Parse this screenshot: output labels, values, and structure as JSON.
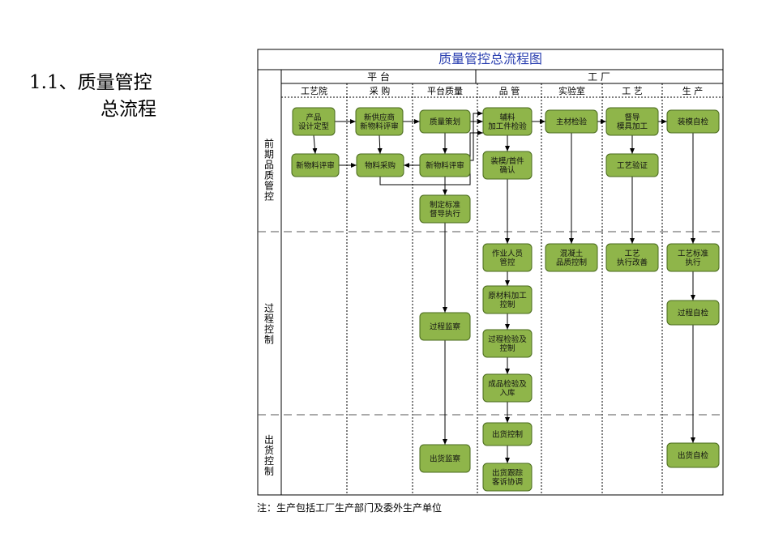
{
  "heading": {
    "line1": "1.1、质量管控",
    "line2": "总流程"
  },
  "chart_title": "质量管控总流程图",
  "groups": {
    "platform": "平  台",
    "factory": "工  厂"
  },
  "columns": [
    "工艺院",
    "采  购",
    "平台质量",
    "品  管",
    "实验室",
    "工  艺",
    "生  产"
  ],
  "phases": [
    "前期品质管控",
    "过程控制",
    "出货控制"
  ],
  "boxes": {
    "b1": [
      "产品",
      "设计定型"
    ],
    "b2": [
      "新物料评审"
    ],
    "b3": [
      "新供应商",
      "新物料评审"
    ],
    "b4": [
      "物料采购"
    ],
    "b5": [
      "质量策划"
    ],
    "b6": [
      "新物料评审"
    ],
    "b7": [
      "制定标准",
      "督导执行"
    ],
    "b8": [
      "过程监察"
    ],
    "b9": [
      "出货监察"
    ],
    "b10": [
      "辅料",
      "加工件检验"
    ],
    "b11": [
      "装模/首件",
      "确认"
    ],
    "b12": [
      "作业人员",
      "管控"
    ],
    "b13": [
      "原材料加工",
      "控制"
    ],
    "b14": [
      "过程检验及",
      "控制"
    ],
    "b15": [
      "成品检验及",
      "入库"
    ],
    "b16": [
      "出货控制"
    ],
    "b17": [
      "出货跟踪",
      "客诉协调"
    ],
    "b18": [
      "主材检验"
    ],
    "b19": [
      "混凝土",
      "品质控制"
    ],
    "b20": [
      "督导",
      "模具加工"
    ],
    "b21": [
      "工艺验证"
    ],
    "b22": [
      "工艺",
      "执行改善"
    ],
    "b23": [
      "装模自检"
    ],
    "b24": [
      "工艺标准",
      "执行"
    ],
    "b25": [
      "过程自检"
    ],
    "b26": [
      "出货自检"
    ]
  },
  "note": "注：生产包括工厂生产部门及委外生产单位",
  "colors": {
    "box_fill": "#8fb54a",
    "box_stroke": "#4a6a1e",
    "title": "#2a3fb0"
  }
}
